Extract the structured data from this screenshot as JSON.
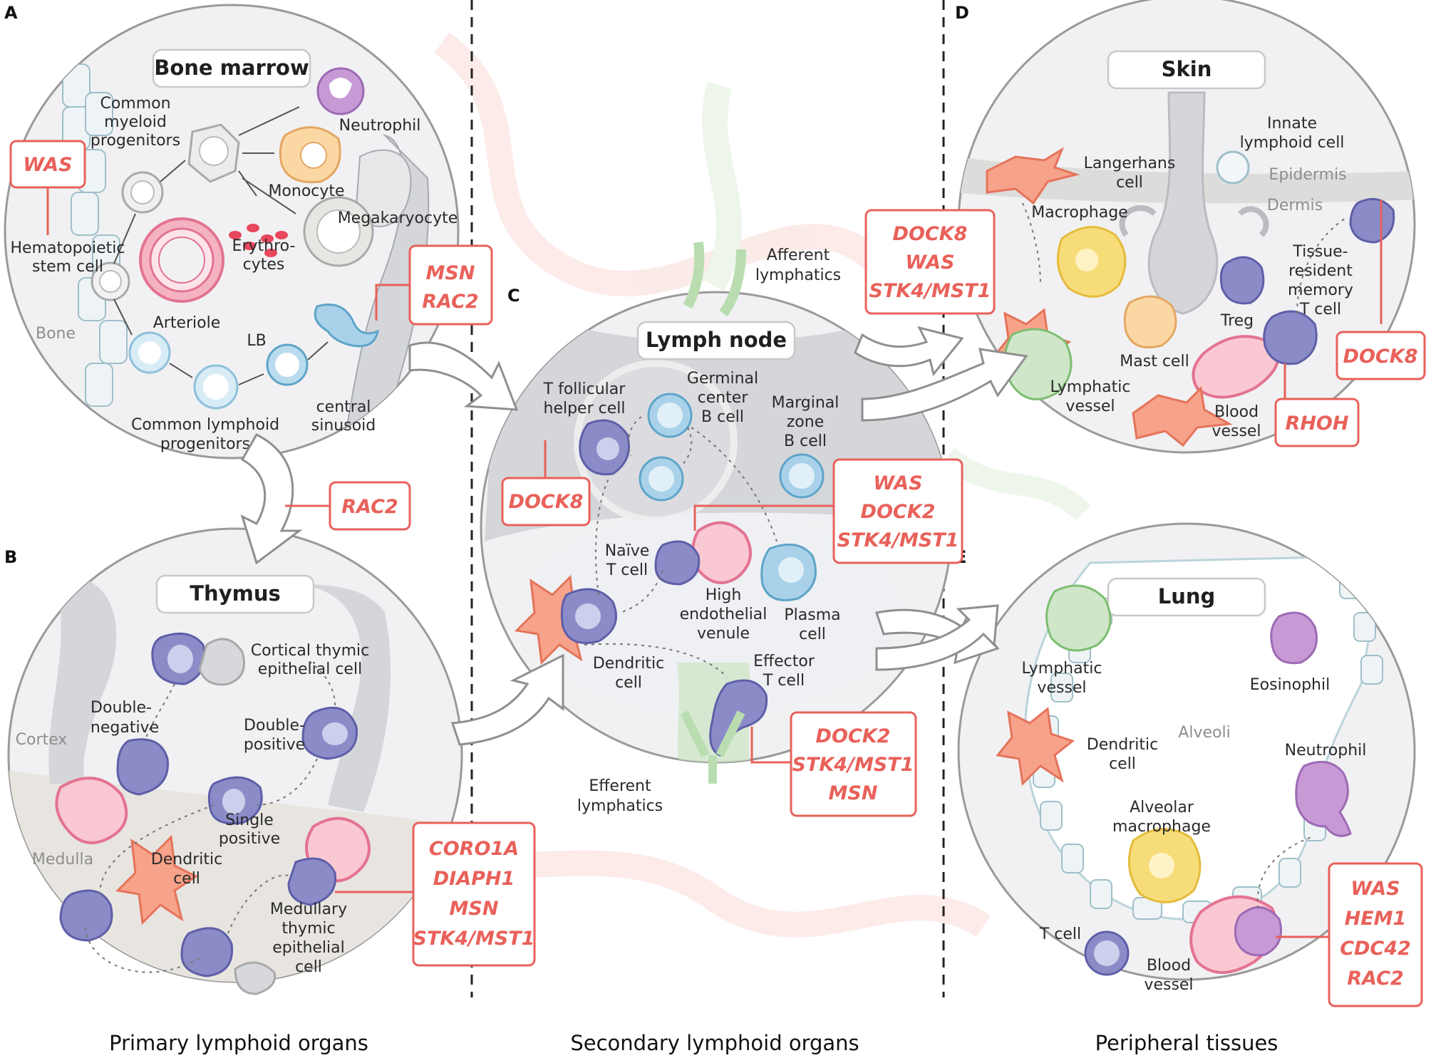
{
  "panels": {
    "a": {
      "letter": "A",
      "title": "Bone marrow"
    },
    "b": {
      "letter": "B",
      "title": "Thymus"
    },
    "c": {
      "letter": "C",
      "title": "Lymph node"
    },
    "d": {
      "letter": "D",
      "title": "Skin"
    },
    "e": {
      "letter": "E",
      "title": "Lung"
    }
  },
  "labels": {
    "common_myeloid_1": "Common",
    "common_myeloid_2": "myeloid",
    "common_myeloid_3": "progenitors",
    "neutrophil": "Neutrophil",
    "monocyte": "Monocyte",
    "megakaryocyte": "Megakaryocyte",
    "hsc_1": "Hematopoietic",
    "hsc_2": "stem cell",
    "erythro_1": "Erythro-",
    "erythro_2": "cytes",
    "arteriole": "Arteriole",
    "bone": "Bone",
    "lb": "LB",
    "central_1": "central",
    "central_2": "sinusoid",
    "clp_1": "Common lymphoid",
    "clp_2": "progenitors",
    "ctec_1": "Cortical thymic",
    "ctec_2": "epithelial cell",
    "dn_1": "Double-",
    "dn_2": "negative",
    "dp_1": "Double-",
    "dp_2": "positive",
    "cortex": "Cortex",
    "medulla": "Medulla",
    "sp_1": "Single",
    "sp_2": "positive",
    "dc_b_1": "Dendritic",
    "dc_b_2": "cell",
    "mtec_1": "Medullary",
    "mtec_2": "thymic",
    "mtec_3": "epithelial",
    "mtec_4": "cell",
    "afferent_1": "Afferent",
    "afferent_2": "lymphatics",
    "tfh_1": "T follicular",
    "tfh_2": "helper cell",
    "gc_1": "Germinal",
    "gc_2": "center",
    "gc_3": "B cell",
    "mz_1": "Marginal",
    "mz_2": "zone",
    "mz_3": "B cell",
    "naive_1": "Naïve",
    "naive_2": "T cell",
    "hev_1": "High",
    "hev_2": "endothelial",
    "hev_3": "venule",
    "plasma_1": "Plasma",
    "plasma_2": "cell",
    "dc_c_1": "Dendritic",
    "dc_c_2": "cell",
    "eff_1": "Effector",
    "eff_2": "T cell",
    "efferent_1": "Efferent",
    "efferent_2": "lymphatics",
    "ilc_1": "Innate",
    "ilc_2": "lymphoid cell",
    "epidermis": "Epidermis",
    "dermis": "Dermis",
    "lang_1": "Langerhans",
    "lang_2": "cell",
    "macrophage": "Macrophage",
    "trm_1": "Tissue-",
    "trm_2": "resident",
    "trm_3": "memory",
    "trm_4": "T cell",
    "treg": "Treg",
    "mast": "Mast cell",
    "lymph_d_1": "Lymphatic",
    "lymph_d_2": "vessel",
    "blood_d_1": "Blood",
    "blood_d_2": "vessel",
    "lymph_e_1": "Lymphatic",
    "lymph_e_2": "vessel",
    "eosinophil": "Eosinophil",
    "alveoli": "Alveoli",
    "dc_e_1": "Dendritic",
    "dc_e_2": "cell",
    "neutrophil_e": "Neutrophil",
    "am_1": "Alveolar",
    "am_2": "macrophage",
    "tcell_e": "T cell",
    "blood_e_1": "Blood",
    "blood_e_2": "vessel"
  },
  "genes": {
    "was_a": [
      "WAS"
    ],
    "msn_rac2": [
      "MSN",
      "RAC2"
    ],
    "rac2": [
      "RAC2"
    ],
    "thymus_genes": [
      "CORO1A",
      "DIAPH1",
      "MSN",
      "STK4/MST1"
    ],
    "dock8_c": [
      "DOCK8"
    ],
    "was_dock2": [
      "WAS",
      "DOCK2",
      "STK4/MST1"
    ],
    "dock2_eff": [
      "DOCK2",
      "STK4/MST1",
      "MSN"
    ],
    "dock8_was_skin": [
      "DOCK8",
      "WAS",
      "STK4/MST1"
    ],
    "dock8_d": [
      "DOCK8"
    ],
    "rhoh": [
      "RHOH"
    ],
    "lung_genes": [
      "WAS",
      "HEM1",
      "CDC42",
      "RAC2"
    ]
  },
  "sections": {
    "primary": "Primary lymphoid organs",
    "secondary": "Secondary lymphoid organs",
    "peripheral": "Peripheral tissues"
  },
  "colors": {
    "gene_red": "#e8615a",
    "t_cell": "#8b8cc7",
    "b_cell": "#6fb0d8",
    "dendritic": "#f7a28a",
    "vessel_pink": "#ec7a93",
    "lymphatic_green": "#b9ddb0",
    "macrophage_yellow": "#f7dc7a",
    "eosinophil_purple": "#c79ad6"
  }
}
